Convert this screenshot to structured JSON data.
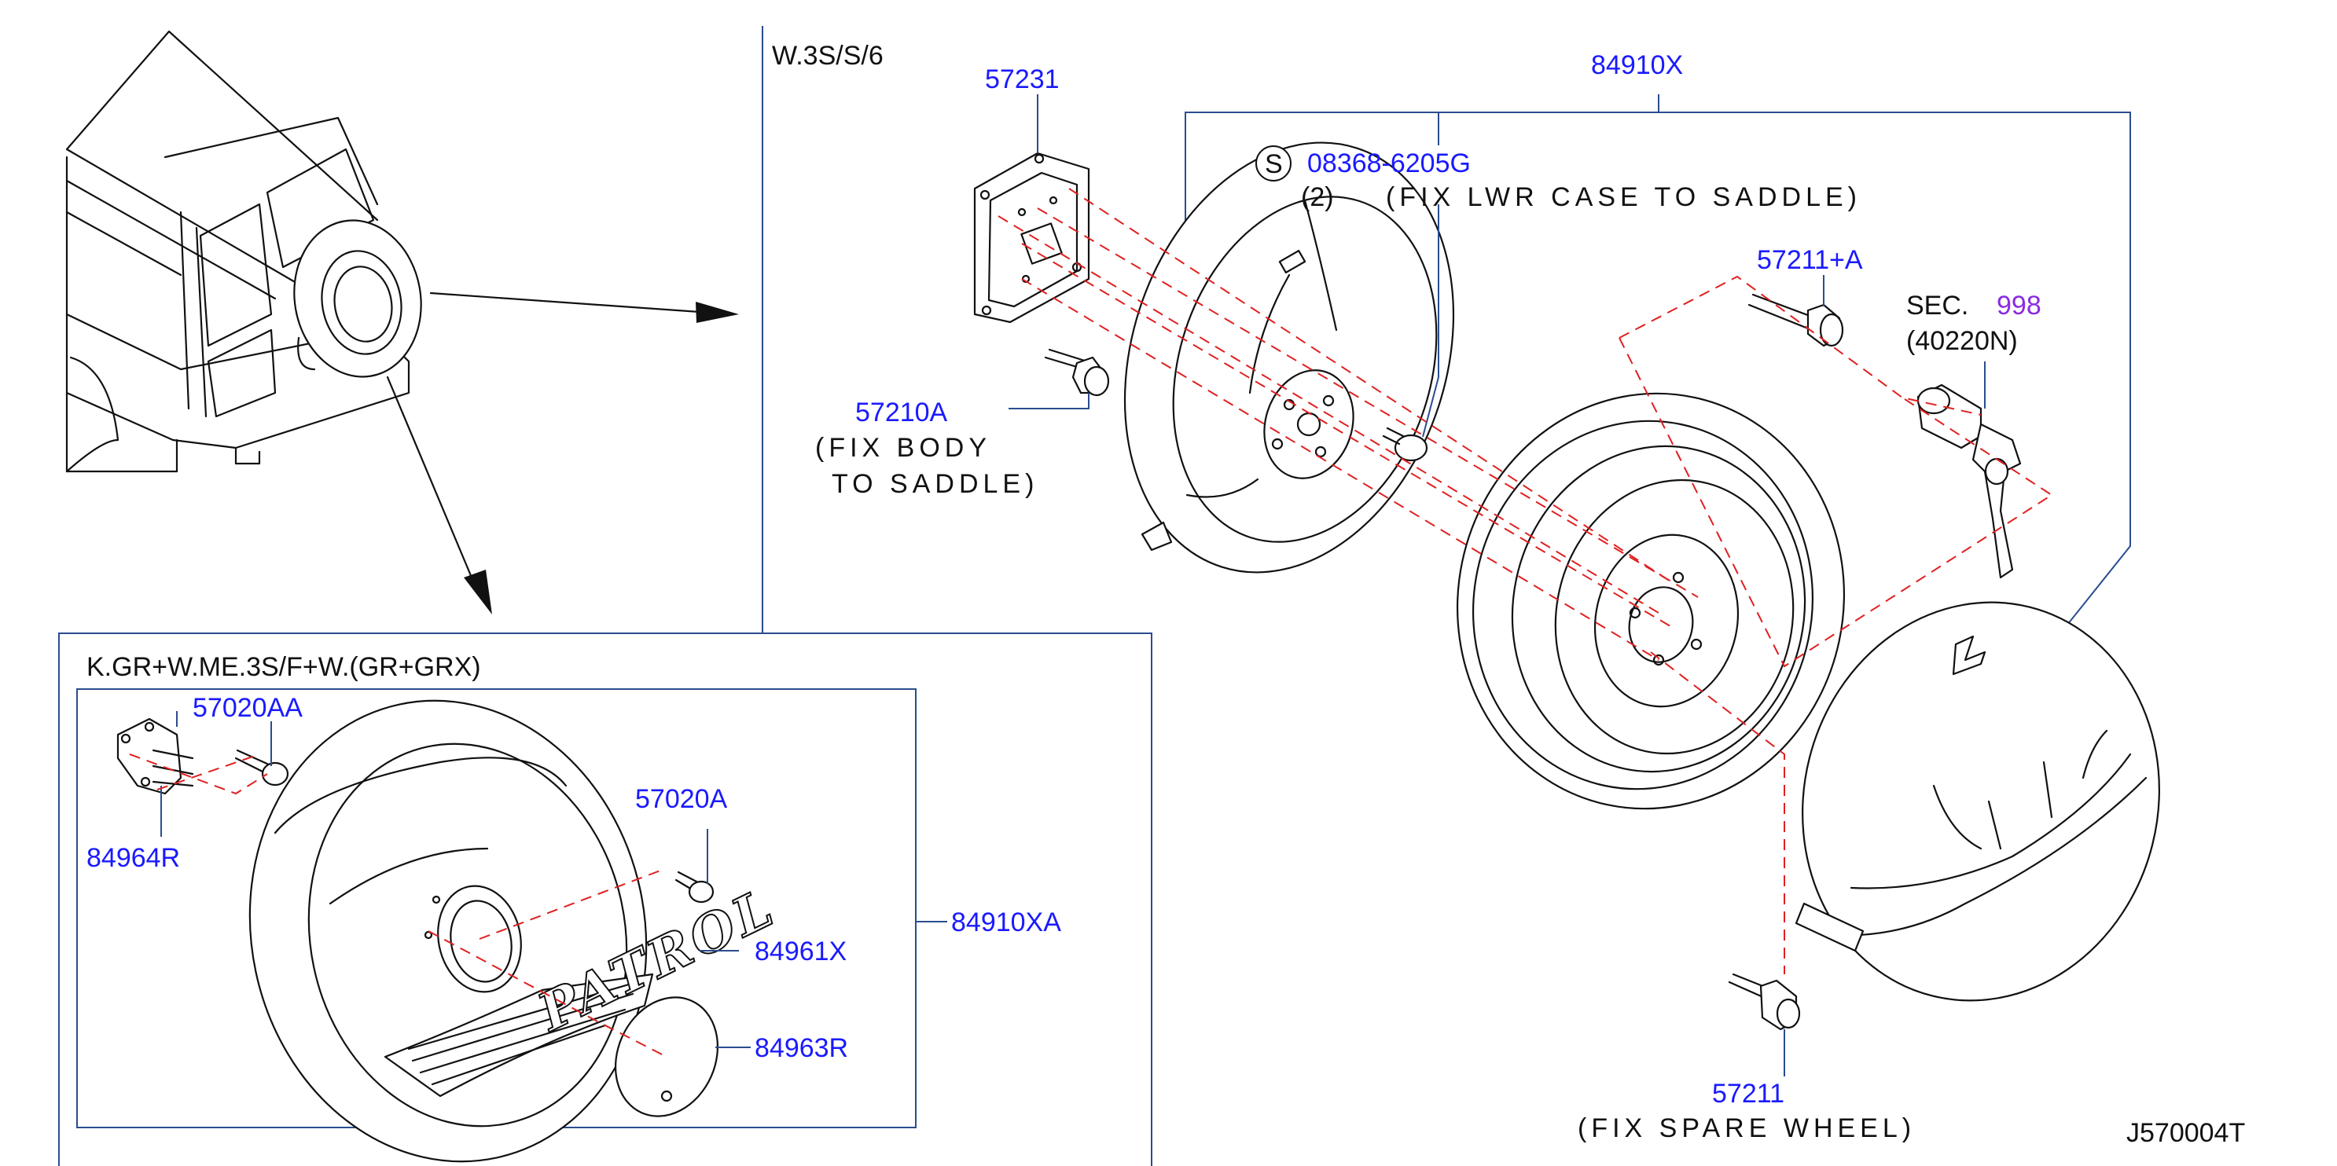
{
  "colors": {
    "part_number": "#1a1aff",
    "section_ref": "#8a2be2",
    "leader": "#2a4d8f",
    "dashed_guide": "#e02020",
    "line_art": "#111111"
  },
  "views": {
    "upper_variant": "W.3S/S/6",
    "lower_variant": "K.GR+W.ME.3S/F+W.(GR+GRX)"
  },
  "upper": {
    "p57231": "57231",
    "p84910X": "84910X",
    "p08368": "08368-6205G",
    "s_mark": "S",
    "qty_2": "(2)",
    "note_lwr_case": "(FIX  LWR  CASE  TO  SADDLE)",
    "p57211A": "57211+A",
    "sec_label": "SEC.",
    "sec_num": "998",
    "p40220N": "(40220N)",
    "p57210A": "57210A",
    "note_fix_body": "(FIX  BODY",
    "note_to_saddle": "TO  SADDLE)",
    "p57211": "57211",
    "note_spare": "(FIX  SPARE  WHEEL)"
  },
  "lower": {
    "p57020AA": "57020AA",
    "p84964R": "84964R",
    "p57020A": "57020A",
    "p84910XA": "84910XA",
    "p84961X": "84961X",
    "p84963R": "84963R",
    "emblem": "PATROL"
  },
  "drawing_code": "J570004T"
}
